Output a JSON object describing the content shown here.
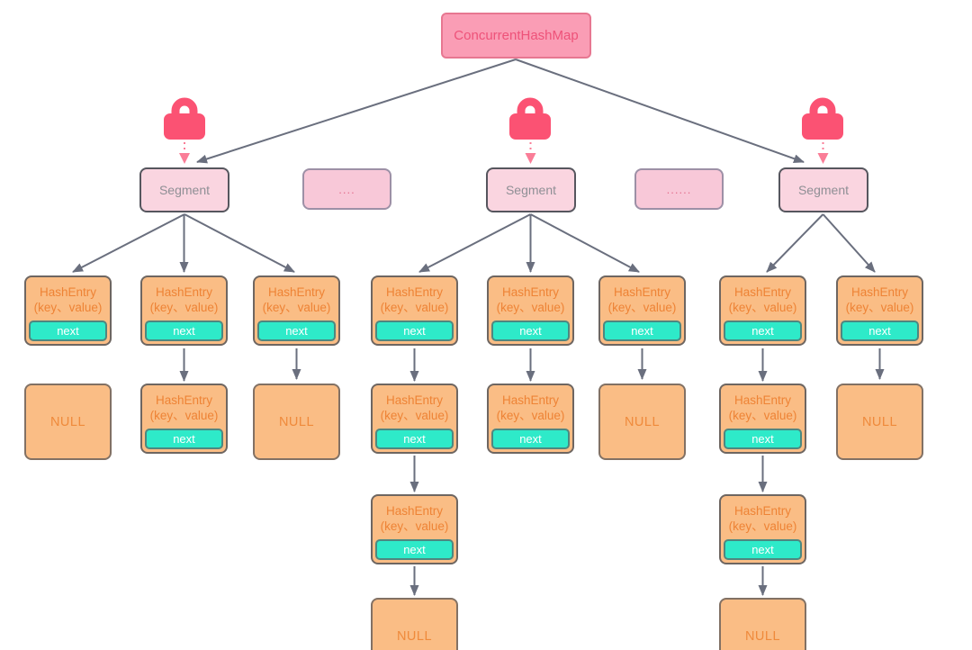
{
  "root": {
    "label": "ConcurrentHashMap"
  },
  "segments": [
    {
      "label": "Segment"
    },
    {
      "label": "Segment"
    },
    {
      "label": "Segment"
    }
  ],
  "gaps": [
    {
      "label": "...."
    },
    {
      "label": "......"
    }
  ],
  "labels": {
    "hash_entry_title": "HashEntry",
    "hash_entry_subtitle": "(key、value)",
    "next_pointer": "next",
    "null_value": "NULL"
  },
  "icons": {
    "lock": "padlock-icon",
    "arrowhead": "triangle-arrowhead"
  },
  "colors": {
    "background": "#ffffff",
    "root_fill": "#fa9db5",
    "root_border": "#e77791",
    "root_text": "#ee5279",
    "segment_fill": "#fad5e0",
    "segment_border": "#56565e",
    "segment_text": "#8f8f95",
    "gap_fill": "#f8c8d8",
    "gap_border": "#9d90a6",
    "gap_text": "#e4708e",
    "entry_fill": "#fabd85",
    "entry_border": "#6e6661",
    "entry_text": "#ee8335",
    "next_fill": "#2eeac9",
    "next_border": "#4e8780",
    "next_text": "#ffffff",
    "null_fill": "#fabd85",
    "null_border": "#827164",
    "null_text": "#ef8a3b",
    "arrow": "#6a6f7e",
    "lock": "#fb5273",
    "lock_arrow": "#fa7d97"
  },
  "topology": {
    "root_arrows_to": [
      "segment-1",
      "segment-3"
    ],
    "locks_above": [
      "segment-1",
      "segment-2",
      "segment-3"
    ],
    "segment_1_buckets": [
      "HashEntry(next) | NULL below without arrow",
      "HashEntry(next) -> HashEntry(next)",
      "HashEntry(next) -> NULL"
    ],
    "segment_2_buckets": [
      "HashEntry(next) -> HashEntry(next) -> HashEntry(next) -> NULL",
      "HashEntry(next) -> HashEntry(next)",
      "HashEntry(next) -> NULL"
    ],
    "segment_3_buckets": [
      "HashEntry(next) -> HashEntry(next) -> HashEntry(next) -> NULL",
      "HashEntry(next) -> NULL"
    ]
  }
}
